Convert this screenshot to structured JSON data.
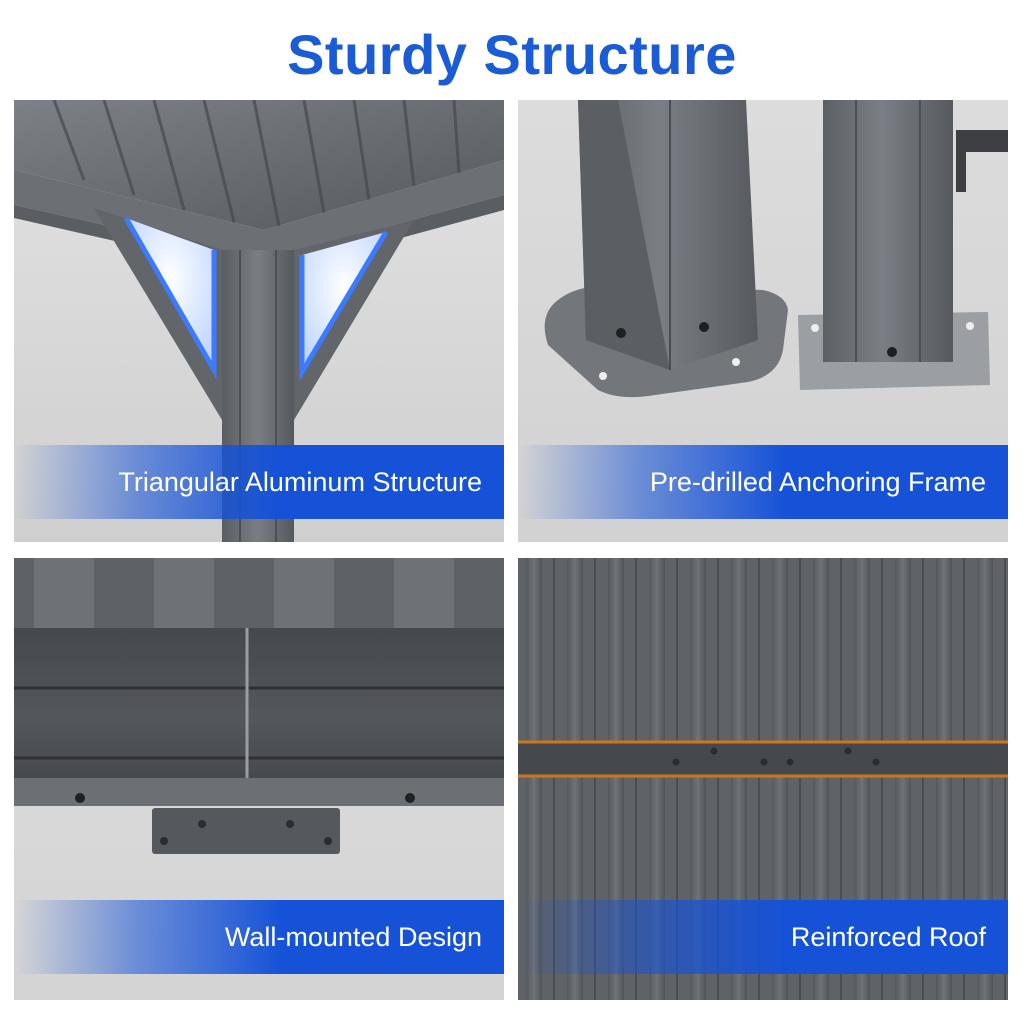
{
  "title": "Sturdy Structure",
  "colors": {
    "title": "#1a5bd6",
    "band": "#1552d8",
    "metal_dark": "#4a4d52",
    "metal_mid": "#6b6f75",
    "metal_light": "#8e9297",
    "background": "#d8d8d8",
    "glow": "#3c7bff",
    "accent_orange": "#c9781f"
  },
  "panels": [
    {
      "caption": "Triangular Aluminum Structure"
    },
    {
      "caption": "Pre-drilled Anchoring Frame"
    },
    {
      "caption": "Wall-mounted Design"
    },
    {
      "caption": "Reinforced Roof"
    }
  ]
}
